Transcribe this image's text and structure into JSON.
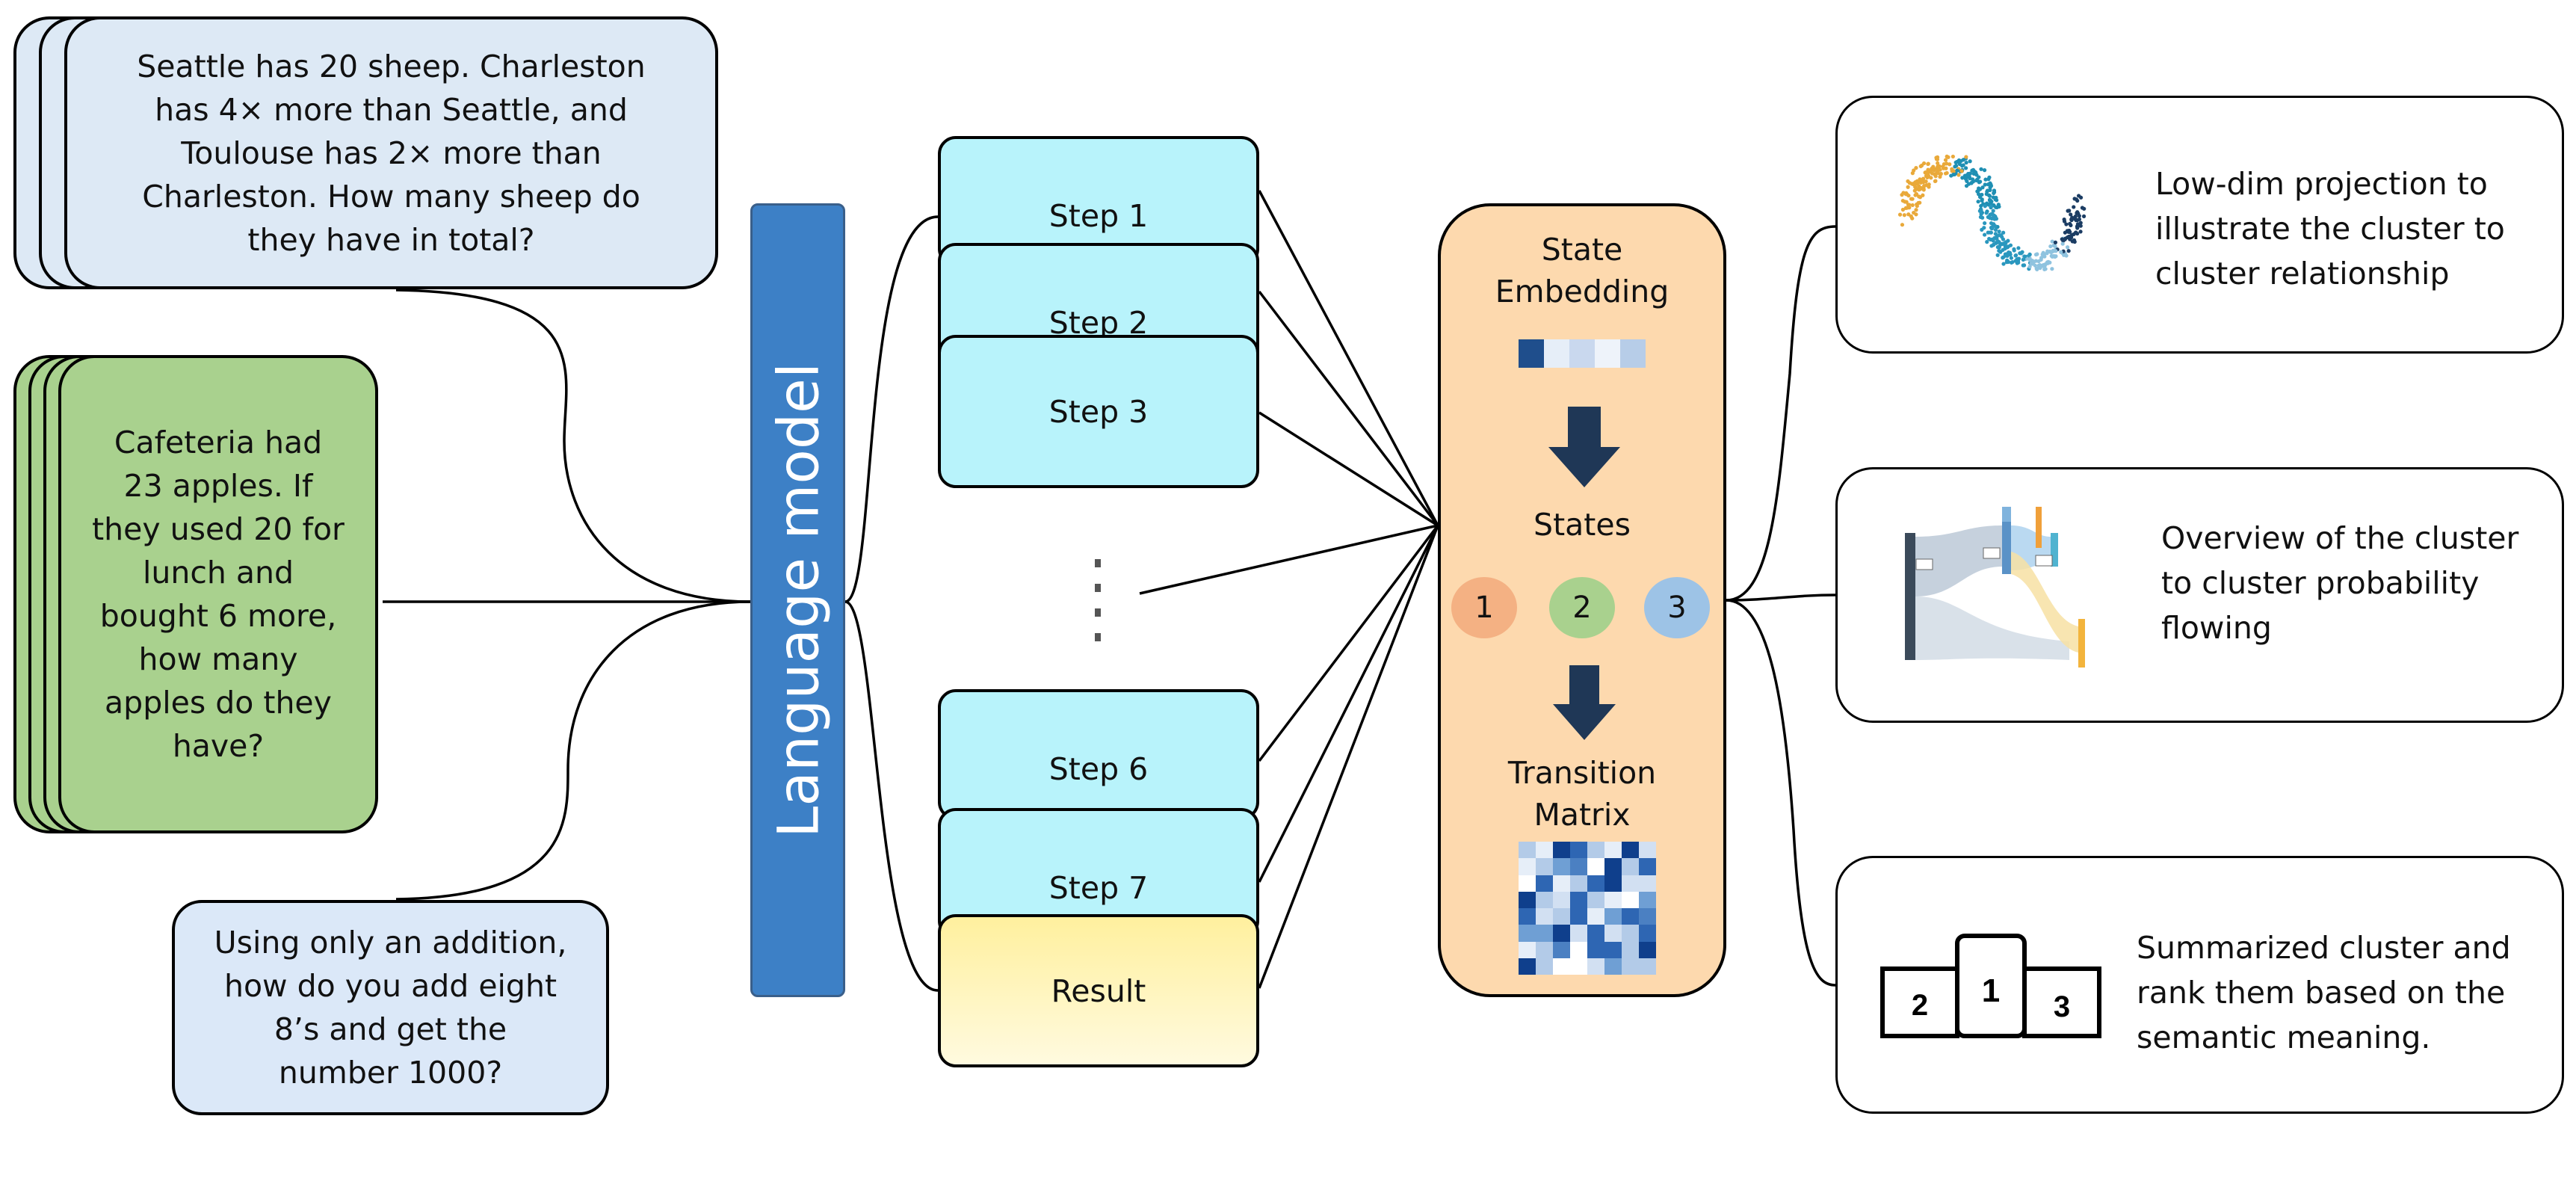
{
  "questions": {
    "q1": "Seattle has 20 sheep. Charleston has 4× more than Seattle, and Toulouse has 2× more than Charleston. How many sheep do they have in total?",
    "q2": "Cafeteria had 23 apples. If they used 20 for lunch and bought 6 more, how many apples do they have?",
    "q3": "Using only an addition, how do you add eight 8’s and get the number 1000?"
  },
  "language_model": "Language model",
  "steps": {
    "step1": "Step 1",
    "step2": "Step 2",
    "step3": "Step 3",
    "step6": "Step 6",
    "step7": "Step 7",
    "result": "Result"
  },
  "state_panel": {
    "embedding_title": "State Embedding",
    "states_title": "States",
    "state_labels": [
      "1",
      "2",
      "3"
    ],
    "state_colors": [
      "#f4b183",
      "#a9d18e",
      "#9dc3e6"
    ],
    "transition_title": "Transition Matrix"
  },
  "outputs": {
    "projection": "Low-dim projection to illustrate the cluster to cluster relationship",
    "flow": "Overview of the cluster to cluster probability flowing",
    "ranking": "Summarized cluster and rank them based on the semantic meaning.",
    "podium_labels": [
      "2",
      "1",
      "3"
    ]
  },
  "colors": {
    "language_model": "#3d80c6",
    "step_fill": "#b8f3fb",
    "state_fill": "#fdd9ae",
    "arrow": "#1f3756"
  }
}
